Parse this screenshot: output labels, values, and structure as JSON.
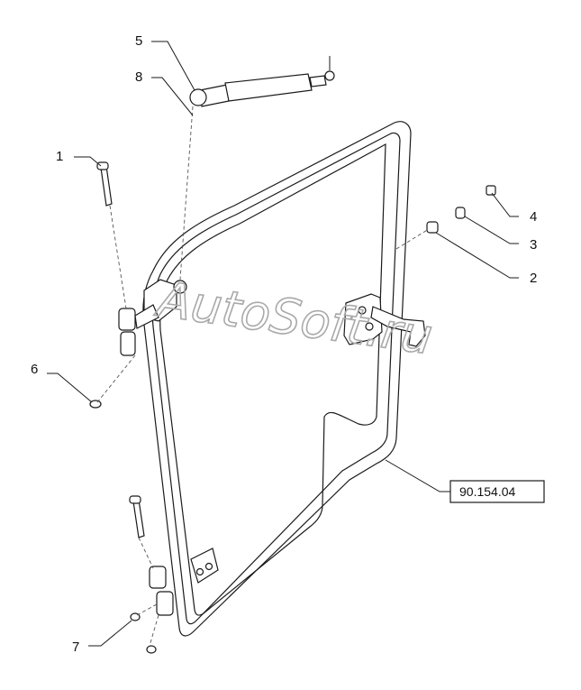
{
  "callouts": [
    {
      "id": "1",
      "label": "1"
    },
    {
      "id": "2",
      "label": "2"
    },
    {
      "id": "3",
      "label": "3"
    },
    {
      "id": "4",
      "label": "4"
    },
    {
      "id": "5",
      "label": "5"
    },
    {
      "id": "6",
      "label": "6"
    },
    {
      "id": "7",
      "label": "7"
    },
    {
      "id": "8",
      "label": "8"
    }
  ],
  "reference_label": "90.154.04",
  "watermark": "AutoSoft.ru"
}
